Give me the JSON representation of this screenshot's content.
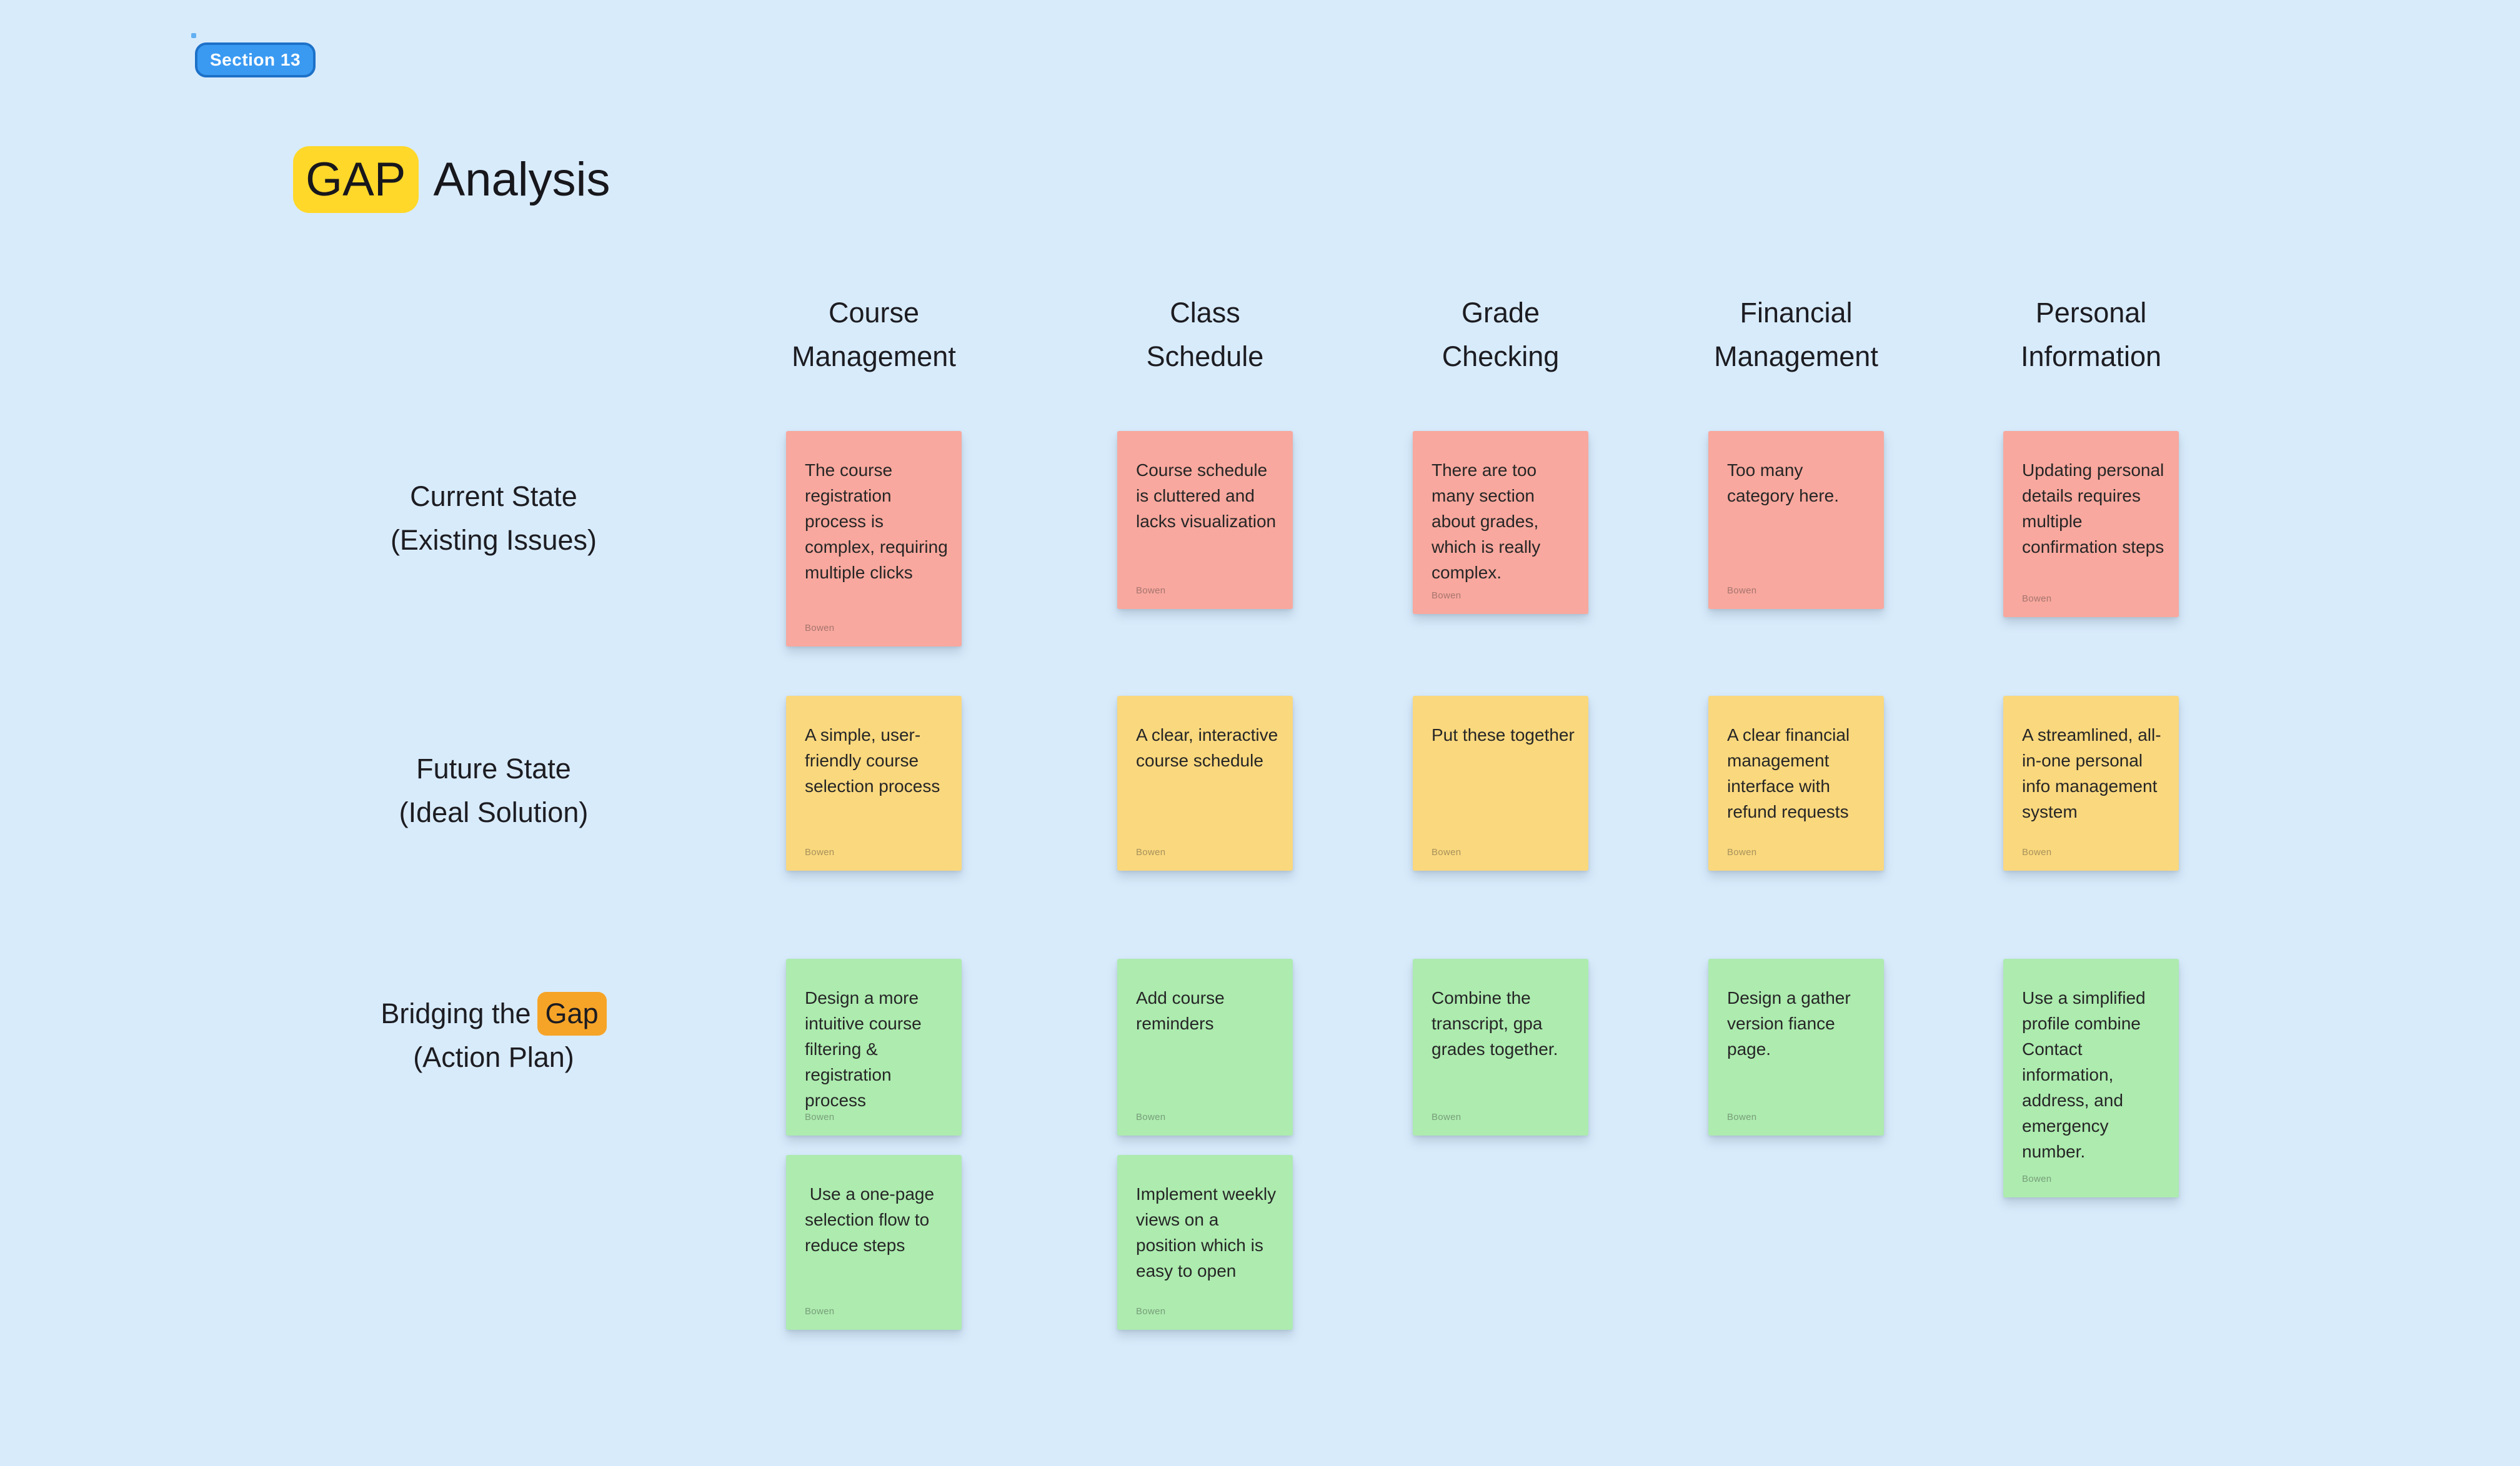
{
  "board": {
    "section_badge": "Section 13",
    "title": {
      "highlight": "GAP",
      "rest": "Analysis"
    },
    "author": "Bowen"
  },
  "rows": [
    {
      "line1": "Current State",
      "line2": "(Existing Issues)"
    },
    {
      "line1": "Future State",
      "line2": "(Ideal Solution)"
    },
    {
      "line1_prefix": "Bridging the",
      "line1_highlight": "Gap",
      "line2": "(Action Plan)"
    }
  ],
  "columns": [
    {
      "header": [
        "Course",
        "Management"
      ],
      "current_state": "The course registration process is complex, requiring multiple clicks",
      "future_state": "A simple, user-friendly course selection process",
      "action_plan": [
        "Design a more intuitive course filtering & registration process",
        " Use a one-page selection flow to reduce steps"
      ]
    },
    {
      "header": [
        "Class",
        "Schedule"
      ],
      "current_state": "Course schedule is cluttered and lacks visualization",
      "future_state": "A clear, interactive course schedule",
      "action_plan": [
        "Add course reminders",
        "Implement weekly views on a position which is easy to open"
      ]
    },
    {
      "header": [
        "Grade",
        "Checking"
      ],
      "current_state": "There are too many section about grades, which is really complex.",
      "future_state": "Put these together",
      "action_plan": [
        "Combine the transcript, gpa grades together."
      ]
    },
    {
      "header": [
        "Financial",
        "Management"
      ],
      "current_state": "Too many category here.",
      "future_state": "A clear financial management interface with refund requests",
      "action_plan": [
        "Design a gather version fiance page."
      ]
    },
    {
      "header": [
        "Personal",
        "Information"
      ],
      "current_state": "Updating personal details requires multiple confirmation steps",
      "future_state": "A streamlined, all-in-one personal info management system",
      "action_plan": [
        "Use a simplified profile combine Contact information, address, and emergency number."
      ]
    }
  ],
  "colors": {
    "background": "#D8EBFB",
    "badge_fill": "#3A9AF2",
    "badge_border": "#1D71C8",
    "badge_text": "#FFFFFF",
    "title_highlight_yellow": "#FFD829",
    "gap_highlight_orange": "#F6A428",
    "sticky_red": "#F8A89E",
    "sticky_yellow": "#FAD87E",
    "sticky_green": "#ADEBAF",
    "text_dark": "#1F1F23",
    "author_gray": "#8C8C8C"
  }
}
